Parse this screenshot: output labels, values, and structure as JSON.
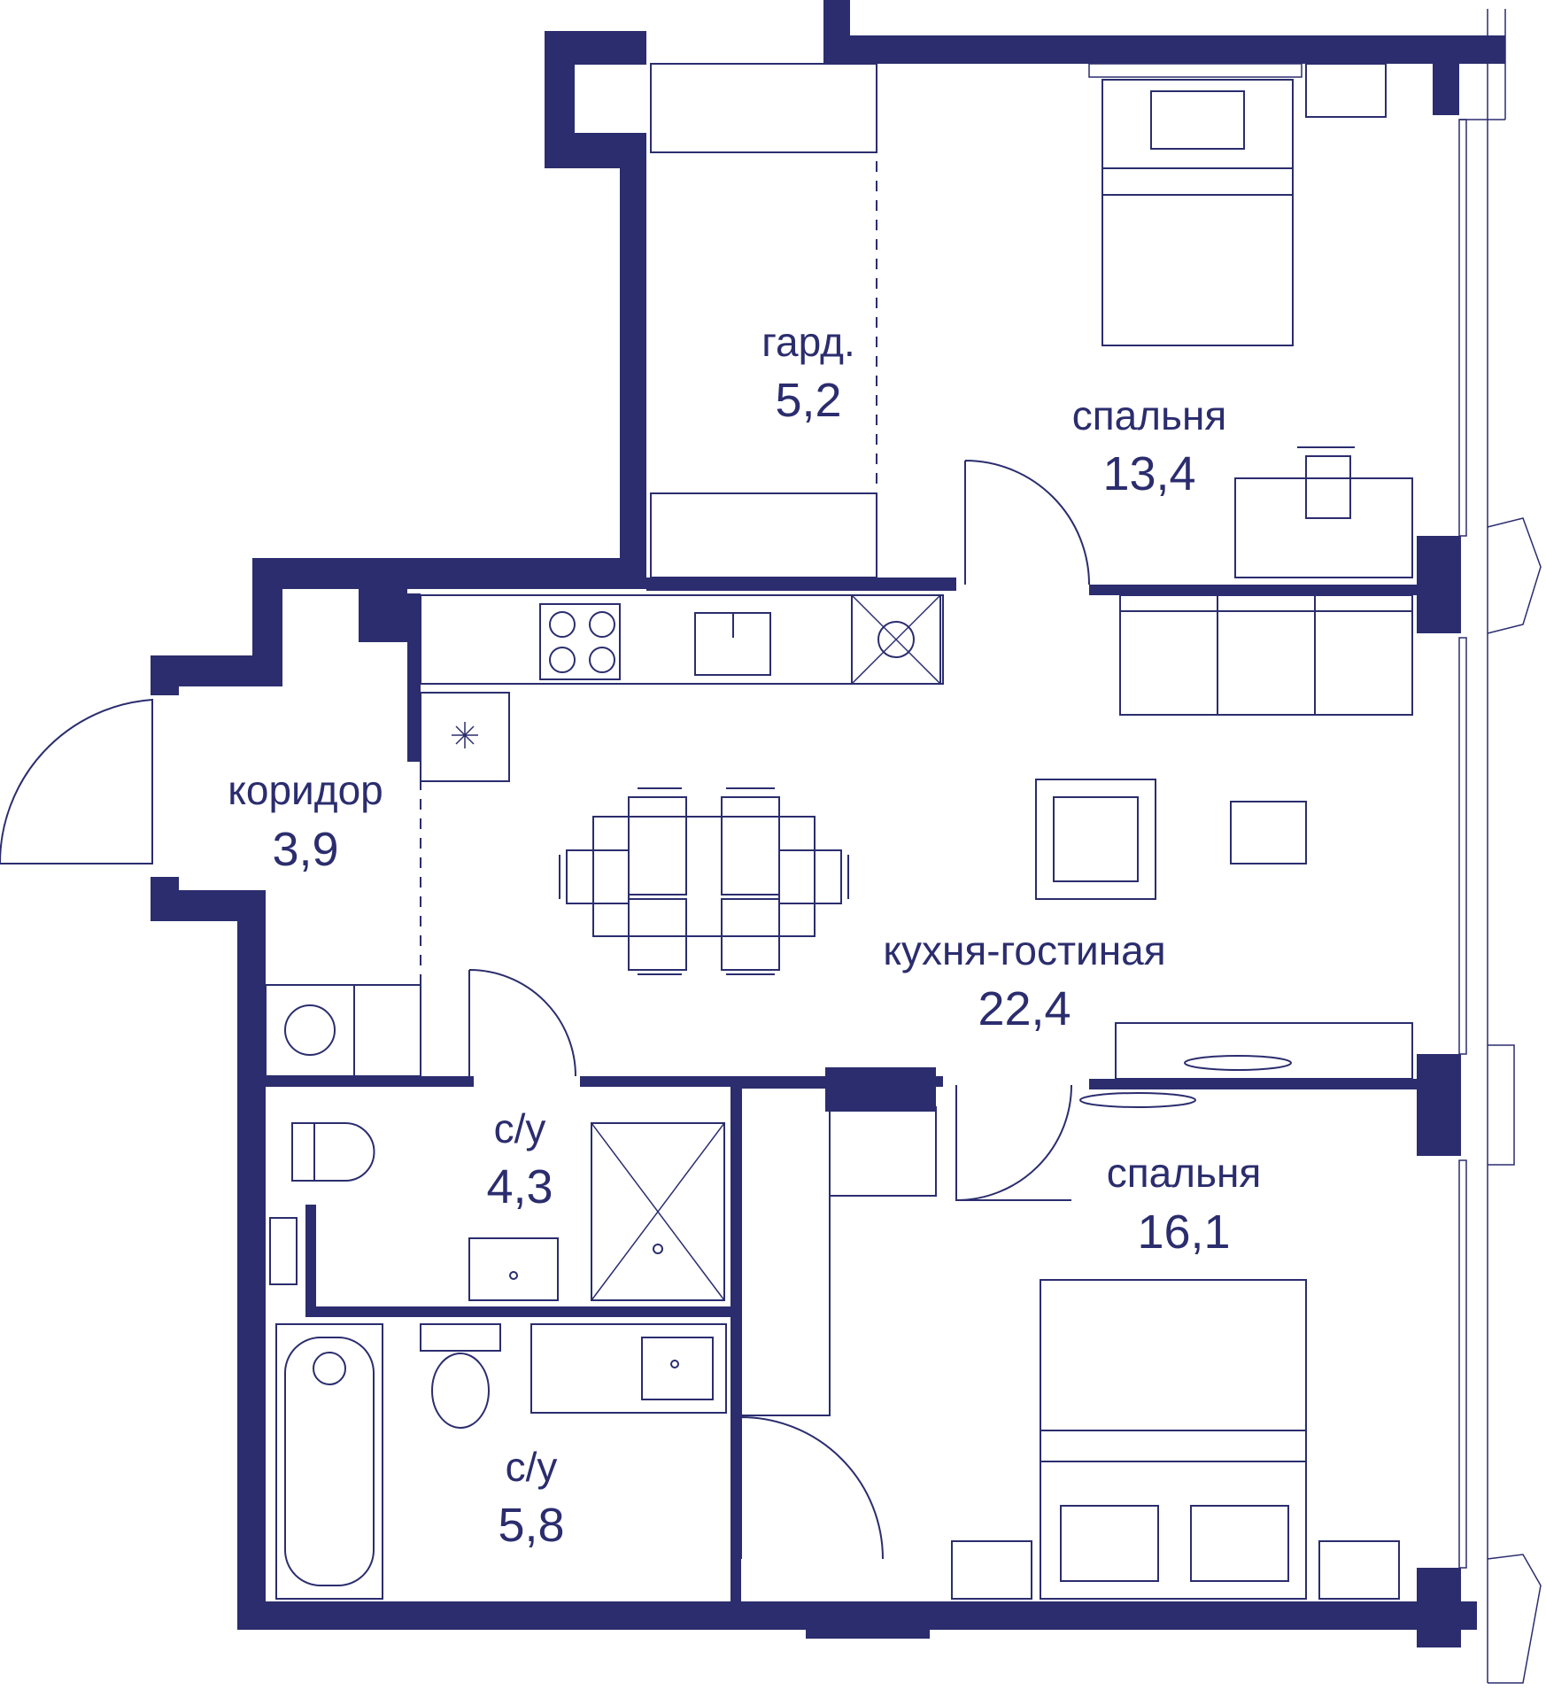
{
  "plan": {
    "colors": {
      "wall": "#2b2d6e",
      "background": "#ffffff"
    },
    "rooms": [
      {
        "name": "гард.",
        "area": "5,2"
      },
      {
        "name": "спальня",
        "area": "13,4"
      },
      {
        "name": "коридор",
        "area": "3,9"
      },
      {
        "name": "кухня-гостиная",
        "area": "22,4"
      },
      {
        "name": "с/у",
        "area": "4,3"
      },
      {
        "name": "спальня",
        "area": "16,1"
      },
      {
        "name": "с/у",
        "area": "5,8"
      }
    ]
  }
}
